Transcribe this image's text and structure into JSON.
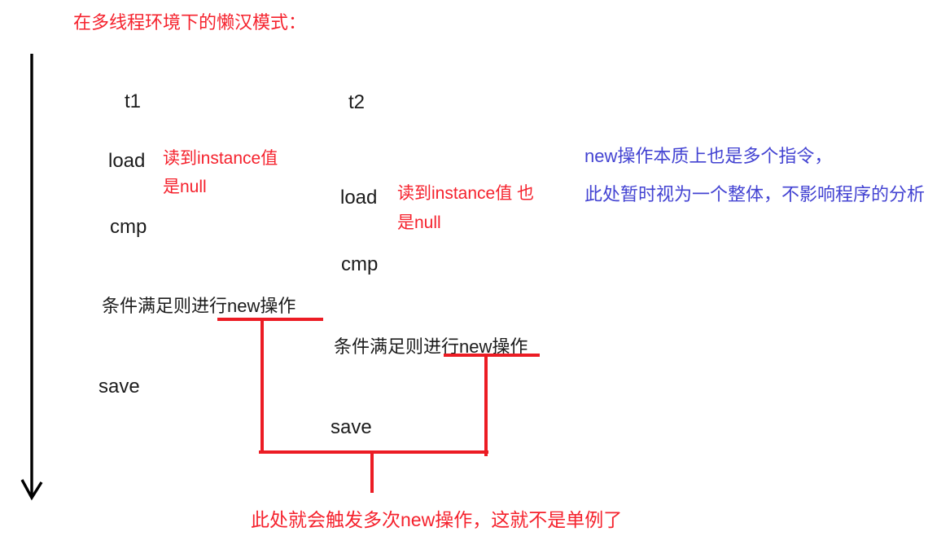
{
  "title": {
    "text": "在多线程环境下的懒汉模式："
  },
  "colors": {
    "red_text": "#f5222d",
    "red_line": "#ec1c24",
    "blue_text": "#4343d2",
    "black_text": "#1c1c1c"
  },
  "icons": {
    "time_axis": "down-arrow-icon"
  },
  "threads": [
    {
      "name": "t1",
      "steps": {
        "load": "load",
        "cmp": "cmp",
        "condition": "条件满足则进行new操作",
        "save": "save"
      },
      "note": {
        "line1": "读到instance值",
        "line2": "是null"
      }
    },
    {
      "name": "t2",
      "steps": {
        "load": "load",
        "cmp": "cmp",
        "condition": "条件满足则进行new操作",
        "save": "save"
      },
      "note": {
        "line1": "读到instance值 也",
        "line2": "是null"
      }
    }
  ],
  "blue_note": {
    "line1": "new操作本质上也是多个指令，",
    "line2": "此处暂时视为一个整体，不影响程序的分析"
  },
  "bottom_note": {
    "text": "此处就会触发多次new操作，这就不是单例了"
  }
}
